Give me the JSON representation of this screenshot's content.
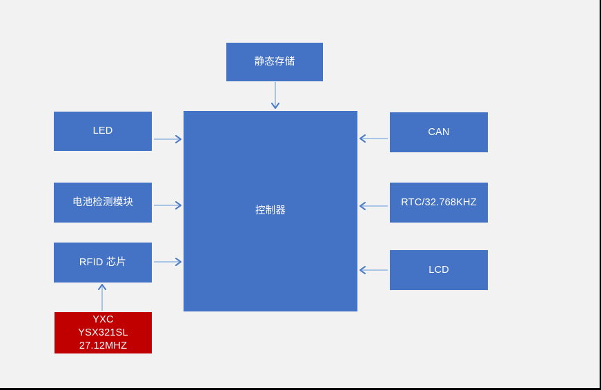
{
  "canvas": {
    "background": "#f2f2f2",
    "frame_border": "#000000"
  },
  "palette": {
    "node_fill": "#4472c4",
    "node_text": "#ffffff",
    "crystal_fill": "#c00000",
    "arrow_line": "#a8c4e6",
    "arrow_head": "#4a7cc9"
  },
  "diagram": {
    "nodes": {
      "static_storage": {
        "label": "静态存储"
      },
      "controller": {
        "label": "控制器"
      },
      "led": {
        "label": "LED"
      },
      "battery": {
        "label": "电池检测模块"
      },
      "rfid": {
        "label": "RFID 芯片"
      },
      "crystal": {
        "label": "YXC\nYSX321SL\n27.12MHZ"
      },
      "can": {
        "label": "CAN"
      },
      "rtc": {
        "label": "RTC/32.768KHZ"
      },
      "lcd": {
        "label": "LCD"
      }
    },
    "edges": [
      {
        "from": "static_storage",
        "to": "controller",
        "direction": "down"
      },
      {
        "from": "led",
        "to": "controller",
        "direction": "right"
      },
      {
        "from": "battery",
        "to": "controller",
        "direction": "right"
      },
      {
        "from": "rfid",
        "to": "controller",
        "direction": "right"
      },
      {
        "from": "crystal",
        "to": "rfid",
        "direction": "up"
      },
      {
        "from": "can",
        "to": "controller",
        "direction": "left"
      },
      {
        "from": "rtc",
        "to": "controller",
        "direction": "left"
      },
      {
        "from": "lcd",
        "to": "controller",
        "direction": "left"
      }
    ]
  }
}
